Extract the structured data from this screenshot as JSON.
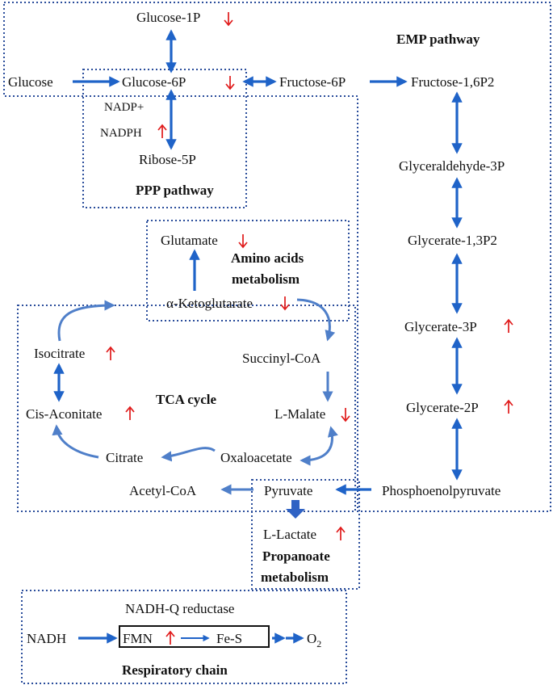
{
  "nodes": {
    "glucose1p": "Glucose-1P",
    "glucose": "Glucose",
    "glucose6p": "Glucose-6P",
    "fructose6p": "Fructose-6P",
    "fructose16p2": "Fructose-1,6P2",
    "nadp_plus": "NADP+",
    "nadph": "NADPH",
    "ribose5p": "Ribose-5P",
    "glyceraldehyde3p": "Glyceraldehyde-3P",
    "glutamate": "Glutamate",
    "glycerate13p2": "Glycerate-1,3P2",
    "alpha_ketoglutarate": "α-Ketoglutarate",
    "isocitrate": "Isocitrate",
    "succinyl_coa": "Succinyl-CoA",
    "glycerate3p": "Glycerate-3P",
    "cis_aconitate": "Cis-Aconitate",
    "l_malate": "L-Malate",
    "glycerate2p": "Glycerate-2P",
    "citrate": "Citrate",
    "oxaloacetate": "Oxaloacetate",
    "acetyl_coa": "Acetyl-CoA",
    "pyruvate": "Pyruvate",
    "phosphoenolpyruvate": "Phosphoenolpyruvate",
    "l_lactate": "L-Lactate",
    "nadh_q_reductase": "NADH-Q reductase",
    "nadh": "NADH",
    "fmn": "FMN",
    "fe_s": "Fe-S",
    "o2": "O",
    "o2_subscript": "2"
  },
  "pathways": {
    "emp": "EMP pathway",
    "ppp": "PPP pathway",
    "amino_line1": "Amino acids",
    "amino_line2": "metabolism",
    "tca": "TCA cycle",
    "propanoate_line1": "Propanoate",
    "propanoate_line2": "metabolism",
    "respiratory": "Respiratory chain"
  },
  "changes": {
    "glucose1p": "down",
    "glucose6p": "down",
    "nadph": "up",
    "glutamate": "down",
    "alpha_ketoglutarate": "down",
    "isocitrate": "up",
    "glycerate3p": "up",
    "cis_aconitate": "up",
    "l_malate": "down",
    "glycerate2p": "up",
    "l_lactate": "up",
    "fmn": "up"
  },
  "colors": {
    "arrow_dark": "#1f63c8",
    "arrow_light": "#4f7fc9",
    "box_border": "#2a4d9b",
    "increase": "#e01b1b",
    "decrease": "#e01b1b",
    "text": "#111111"
  }
}
